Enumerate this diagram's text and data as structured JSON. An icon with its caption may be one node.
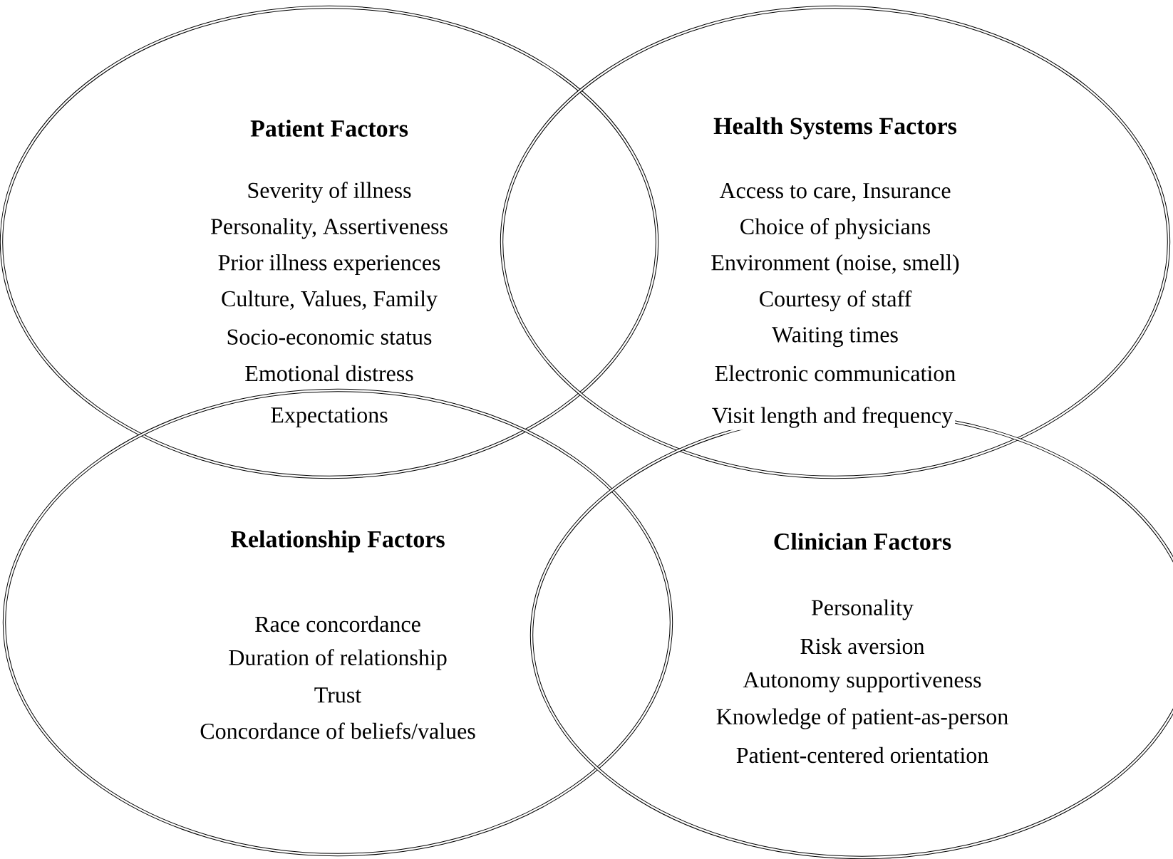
{
  "diagram": {
    "nodes": [
      {
        "text": [
          "Patient Factors",
          "Severity of illness",
          "Personality, Assertiveness",
          "Prior illness experiences",
          "Culture, Values, Family",
          "Socio-economic status",
          "Emotional distress"
        ]
      },
      {
        "text": [
          "Health Systems Factors",
          "Access to care, Insurance",
          "Choice of physicians",
          "Environment (noise, smell)",
          "Courtesy of staff",
          "Waiting times",
          "Electronic communication"
        ]
      },
      {
        "text": [
          "Relationship Factors",
          "Race concordance",
          "Duration of relationship",
          "Trust",
          "Concordance of beliefs/values"
        ]
      },
      {
        "text": [
          "Clinician Factors",
          "Personality",
          "Risk aversion",
          "Autonomy supportiveness",
          "Knowledge of patient-as-person",
          "Patient-centered orientation"
        ]
      }
    ],
    "labels": [
      "Expectations",
      "Visit length and frequency"
    ]
  }
}
